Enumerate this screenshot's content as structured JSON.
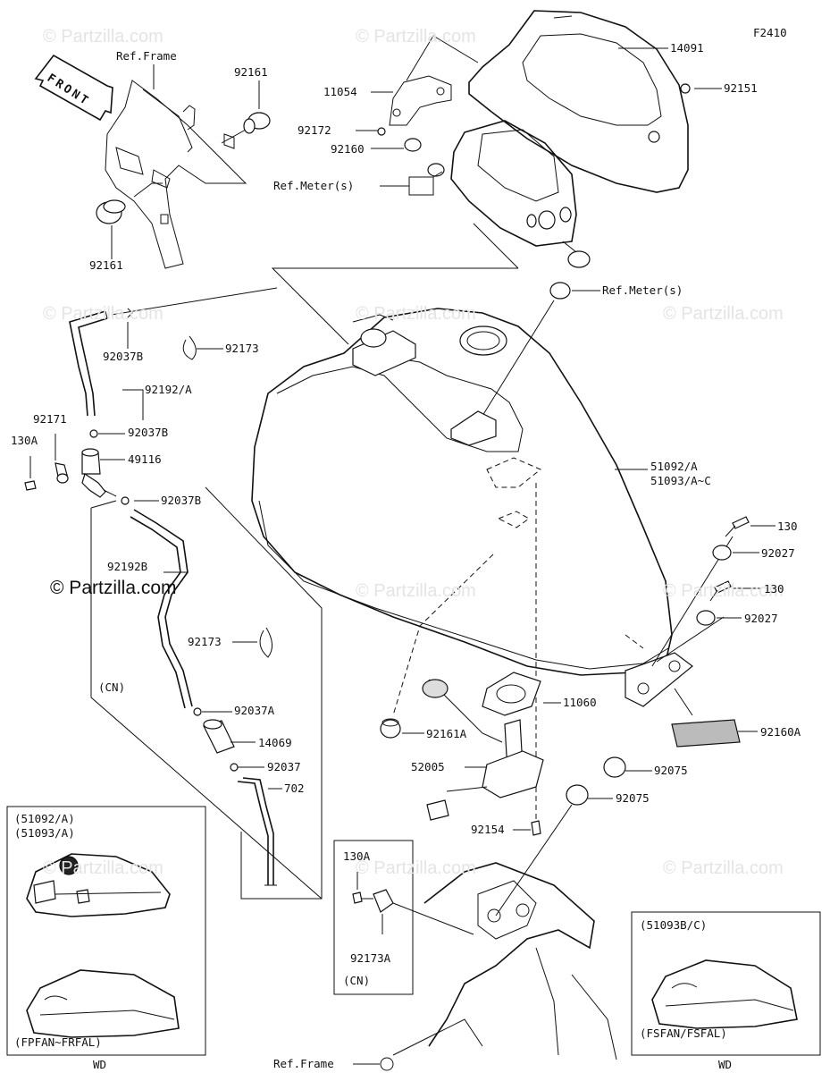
{
  "diagram_code": "F2410",
  "brand": "© Partzilla.com",
  "watermark": "© Partzilla.com",
  "front_label": "FRONT",
  "labels": {
    "ref_frame_top": "Ref.Frame",
    "p92161_top": "92161",
    "p92161_bottom": "92161",
    "p11054": "11054",
    "p14091": "14091",
    "p92151": "92151",
    "p92172": "92172",
    "p92160": "92160",
    "ref_meters_left": "Ref.Meter(s)",
    "ref_meters_right": "Ref.Meter(s)",
    "p92037b_1": "92037B",
    "p92173_1": "92173",
    "p92192a": "92192/A",
    "p92171": "92171",
    "p92037b_2": "92037B",
    "p130a": "130A",
    "p49116": "49116",
    "p92037b_3": "92037B",
    "p51092a": "51092/A",
    "p51093ac": "51093/A~C",
    "p92192b": "92192B",
    "p130_1": "130",
    "p92027_1": "92027",
    "p130_2": "130",
    "p92027_2": "92027",
    "p92173_2": "92173",
    "cn_1": "(CN)",
    "p92037a": "92037A",
    "p11060": "11060",
    "p92161a": "92161A",
    "p14069": "14069",
    "p92160a": "92160A",
    "p92037": "92037",
    "p52005": "52005",
    "p92075_1": "92075",
    "p702": "702",
    "p92075_2": "92075",
    "p92154": "92154",
    "p130a_box": "130A",
    "p92173a": "92173A",
    "cn_2": "(CN)",
    "ref_frame_bottom": "Ref.Frame"
  },
  "inset_left": {
    "title_1": "(51092/A)",
    "title_2": "(51093/A)",
    "caption": "(FPFAN~FRFAL)",
    "footer": "WD"
  },
  "inset_right": {
    "title": "(51093B/C)",
    "caption": "(FSFAN/FSFAL)",
    "footer": "WD"
  }
}
